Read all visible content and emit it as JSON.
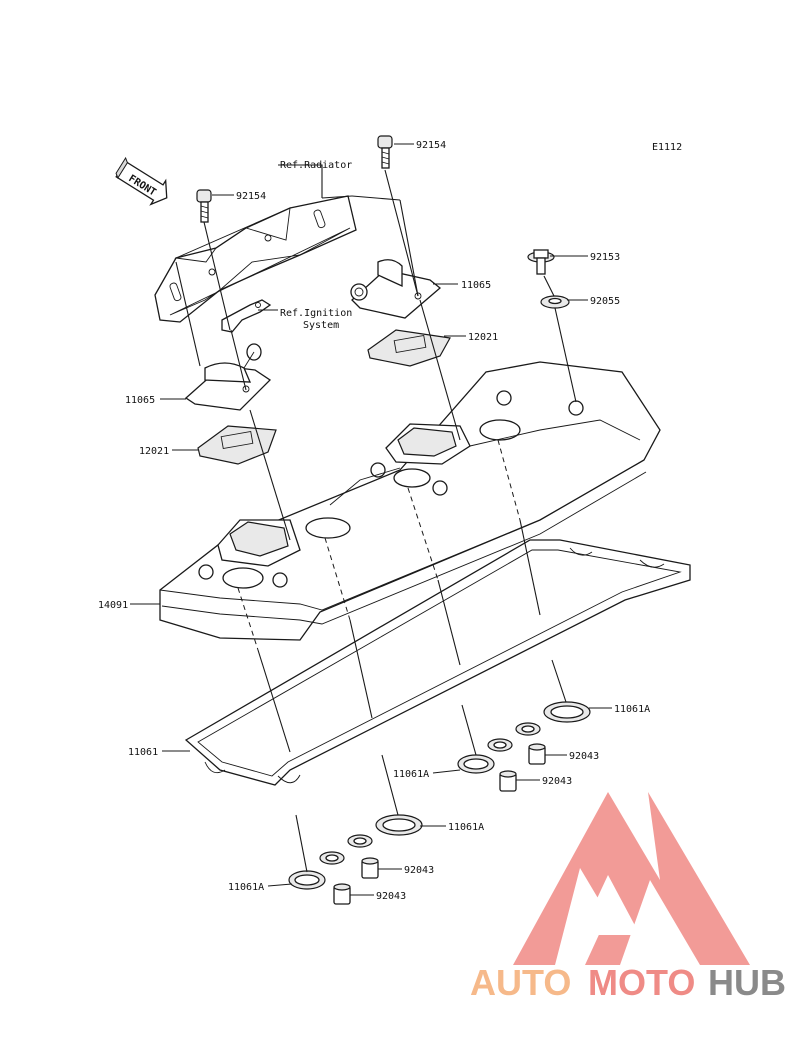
{
  "diagram_code": "E1112",
  "front_label": "FRONT",
  "references": {
    "radiator": "Ref.Radiator",
    "ignition_line1": "Ref.Ignition",
    "ignition_line2": "System"
  },
  "part_numbers": {
    "bolt_92154_top": "92154",
    "bolt_92154_left": "92154",
    "bolt_92153": "92153",
    "washer_92055": "92055",
    "cap_11065_right": "11065",
    "cap_11065_left": "11065",
    "gasket_12021_right": "12021",
    "gasket_12021_left": "12021",
    "cover_14091": "14091",
    "gasket_11061": "11061",
    "ring_11061A_1": "11061A",
    "ring_11061A_2": "11061A",
    "ring_11061A_3": "11061A",
    "ring_11061A_4": "11061A",
    "collar_92043_1": "92043",
    "collar_92043_2": "92043",
    "collar_92043_3": "92043",
    "collar_92043_4": "92043"
  },
  "watermark": {
    "part1": "AUTO",
    "part2": "MOTO",
    "part3": "HUB",
    "color_logo": "#f08a86",
    "color_orange": "#f6b98a",
    "color_red": "#ef8b86",
    "color_gray": "#8a8a8a"
  }
}
